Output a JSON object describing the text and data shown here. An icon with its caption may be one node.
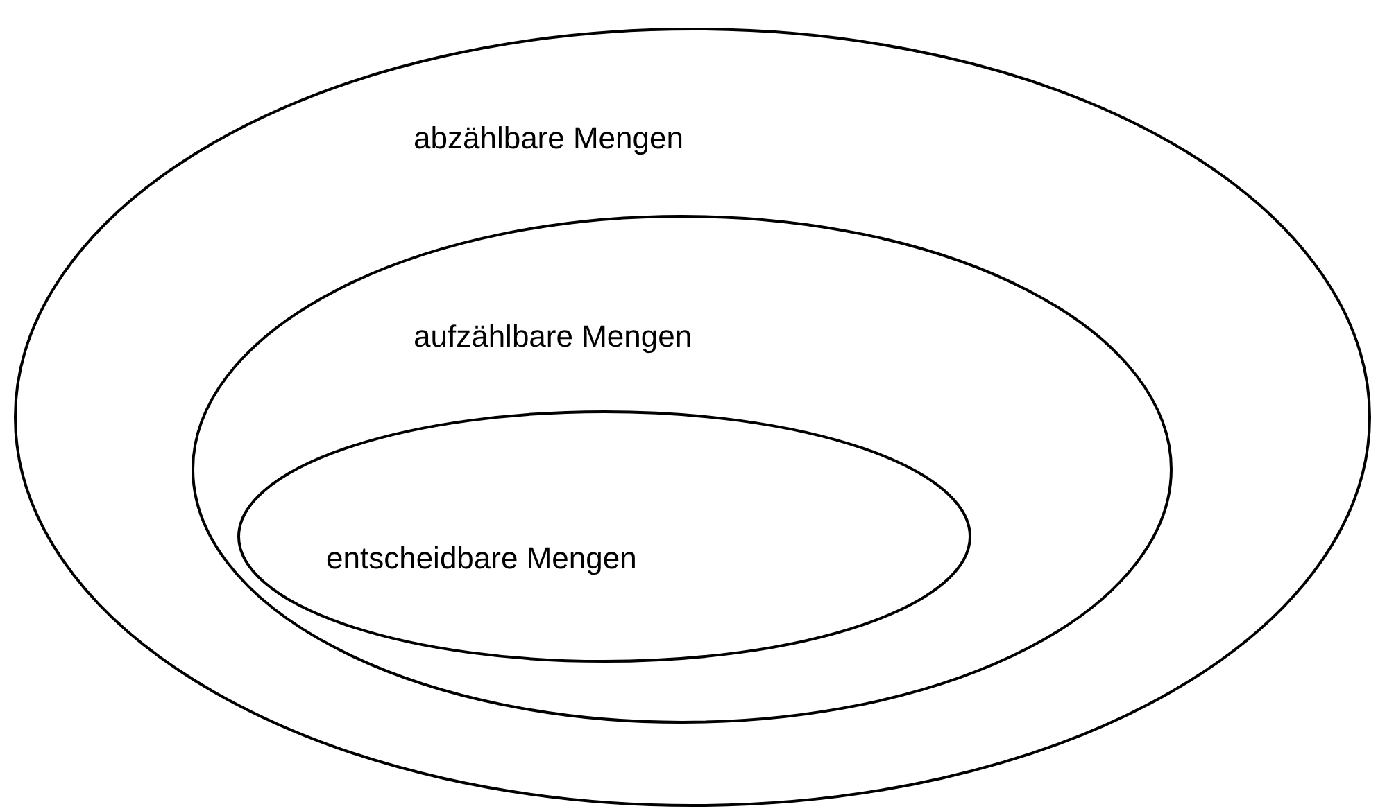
{
  "diagram": {
    "nodes": [
      {
        "text": [
          "abzählbare Mengen"
        ]
      },
      {
        "text": [
          "aufzählbare Mengen"
        ],
        "in": 0
      },
      {
        "text": [
          "entscheidbare Mengen"
        ],
        "in": 1
      }
    ]
  }
}
